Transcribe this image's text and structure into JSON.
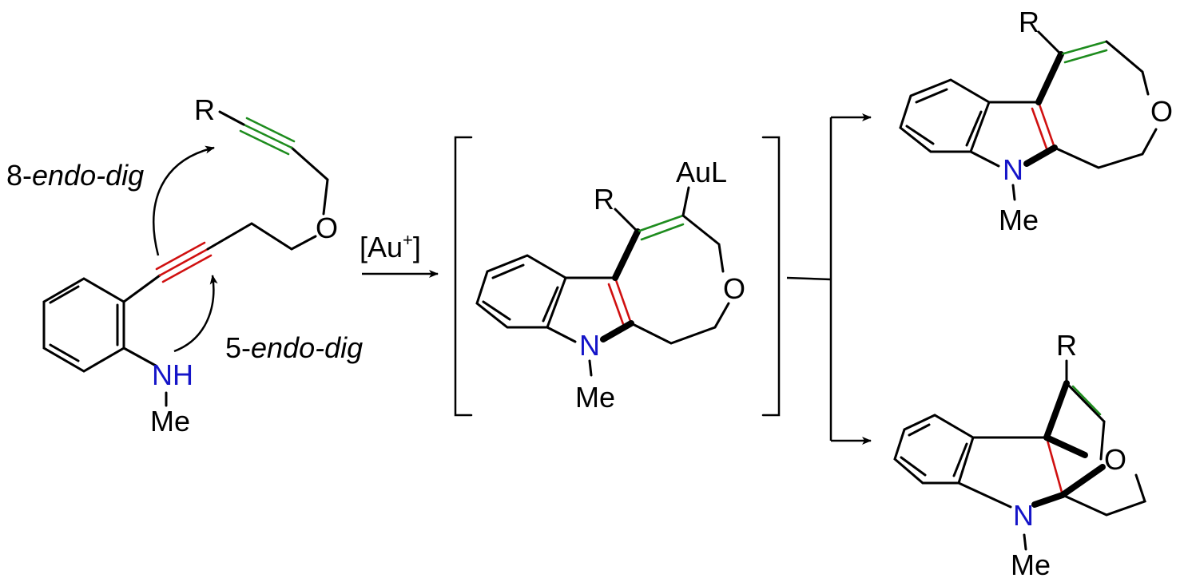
{
  "colors": {
    "text": "#000000",
    "nitrogen": "#1414c8",
    "reacting_alkyne_5endo": "#d01010",
    "reacting_alkyne_8endo": "#1e8c1e",
    "bond": "#000000"
  },
  "starting_material": {
    "r_label": "R",
    "o_label": "O",
    "nh_label": "NH",
    "me_label": "Me"
  },
  "cyclization_labels": {
    "eight_prefix": "8-",
    "eight_italic": "endo-dig",
    "five_prefix": "5-",
    "five_italic": "endo-dig"
  },
  "reagent": {
    "text": "[Au",
    "superscript": "+",
    "close": "]"
  },
  "intermediate": {
    "r_label": "R",
    "aul_label": "AuL",
    "o_label": "O",
    "n_label": "N",
    "me_label": "Me"
  },
  "product_top": {
    "r_label": "R",
    "o_label": "O",
    "n_label": "N",
    "me_label": "Me"
  },
  "product_bottom": {
    "r_label": "R",
    "o_label": "O",
    "n_label": "N",
    "me_label": "Me"
  }
}
